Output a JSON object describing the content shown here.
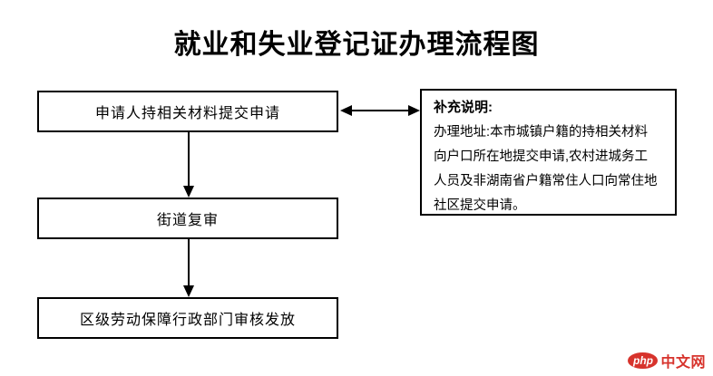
{
  "page": {
    "title": "就业和失业登记证办理流程图"
  },
  "flow": {
    "steps": [
      {
        "label": "申请人持相关材料提交申请"
      },
      {
        "label": "街道复审"
      },
      {
        "label": "区级劳动保障行政部门审核发放"
      }
    ],
    "connectors": [
      {
        "name": "step1-to-step2",
        "type": "arrow-down"
      },
      {
        "name": "step2-to-step3",
        "type": "arrow-down"
      },
      {
        "name": "step1-to-note",
        "type": "arrow-double-horizontal"
      }
    ]
  },
  "note": {
    "heading": "补充说明:",
    "lines": [
      "办理地址:本市城镇户籍的持相关材料",
      "向户口所在地提交申请,农村进城务工",
      "人员及非湖南省户籍常住人口向常住地",
      "社区提交申请。"
    ]
  },
  "watermark": {
    "logo_text": "php",
    "site_text": "中文网",
    "brand_color": "#d7332c"
  },
  "colors": {
    "background": "#ffffff",
    "line": "#000000",
    "text": "#000000"
  }
}
